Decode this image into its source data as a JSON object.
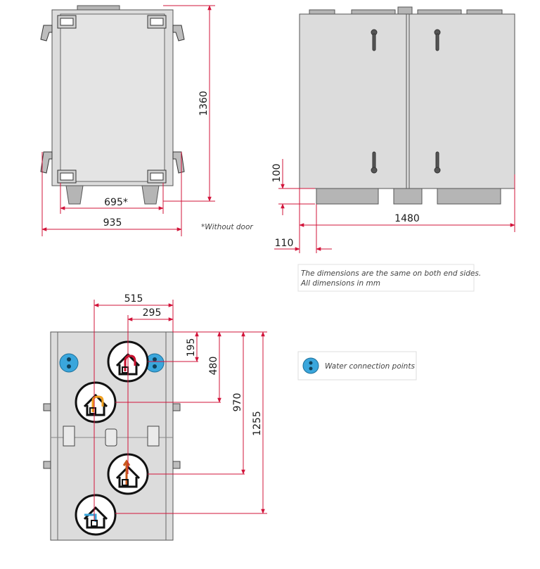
{
  "front_view": {
    "height_label": "1360",
    "inner_width_label": "695*",
    "outer_width_label": "935",
    "footnote": "*Without door"
  },
  "side_view": {
    "foot_height_label": "100",
    "length_label": "1480",
    "offset_label": "110",
    "note_line1": "The dimensions are the same on both end sides.",
    "note_line2": "All dimensions in mm"
  },
  "top_view": {
    "width_515": "515",
    "width_295": "295",
    "depth_195": "195",
    "depth_480": "480",
    "depth_970": "970",
    "depth_1255": "1255"
  },
  "legend": {
    "label": "Water connection points",
    "color": "#3aa6dc"
  },
  "colors": {
    "dimension": "#d2143a",
    "unit_body": "#dcdcdc",
    "arrow_red": "#c8102e",
    "arrow_orange": "#f0a020",
    "arrow_brown": "#c85a1e",
    "arrow_blue": "#3aa6dc"
  },
  "icons": [
    "house-extract-air-icon",
    "house-supply-air-icon",
    "house-exhaust-air-icon",
    "house-outdoor-air-icon",
    "water-connection-icon"
  ]
}
